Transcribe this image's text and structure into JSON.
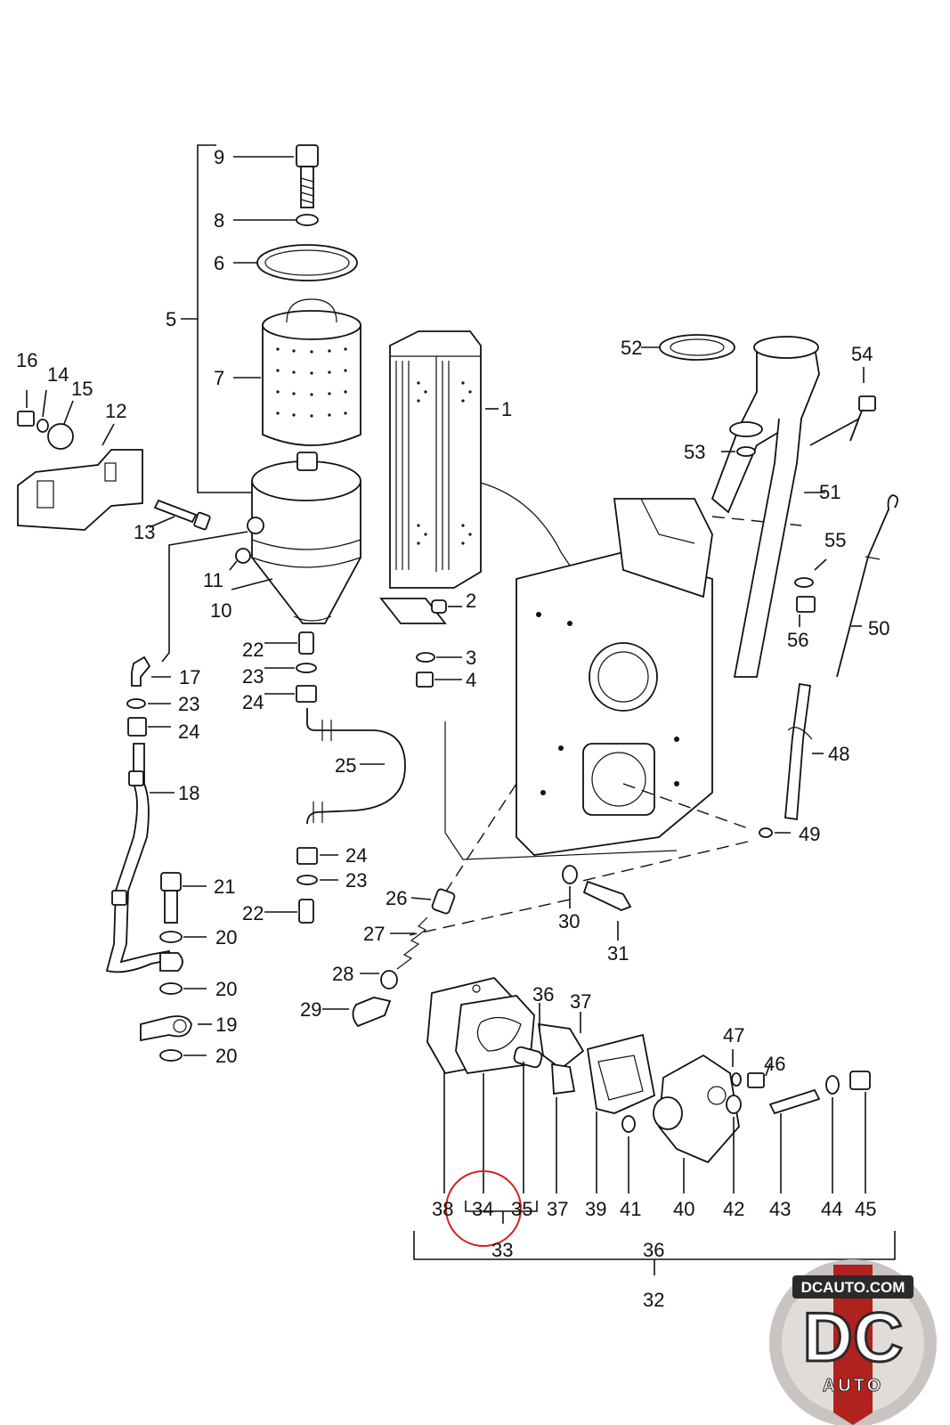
{
  "diagram": {
    "labels": [
      "1",
      "2",
      "3",
      "4",
      "5",
      "6",
      "7",
      "8",
      "9",
      "10",
      "11",
      "12",
      "13",
      "14",
      "15",
      "16",
      "17",
      "18",
      "19",
      "20",
      "21",
      "22",
      "23",
      "24",
      "25",
      "26",
      "27",
      "28",
      "29",
      "30",
      "31",
      "32",
      "33",
      "34",
      "35",
      "36",
      "37",
      "38",
      "39",
      "40",
      "41",
      "42",
      "43",
      "44",
      "45",
      "46",
      "47",
      "48",
      "49",
      "50",
      "51",
      "52",
      "53",
      "54",
      "55",
      "56"
    ],
    "highlighted_label": "34",
    "highlight_color": "#d42020"
  },
  "watermark": {
    "site": "DCAUTO.COM",
    "logo_letters": "DC",
    "logo_word": "AUTO",
    "colors": {
      "ring": "#c9c3c1",
      "inner": "#b0221d",
      "dark": "#2a2a2a"
    }
  }
}
